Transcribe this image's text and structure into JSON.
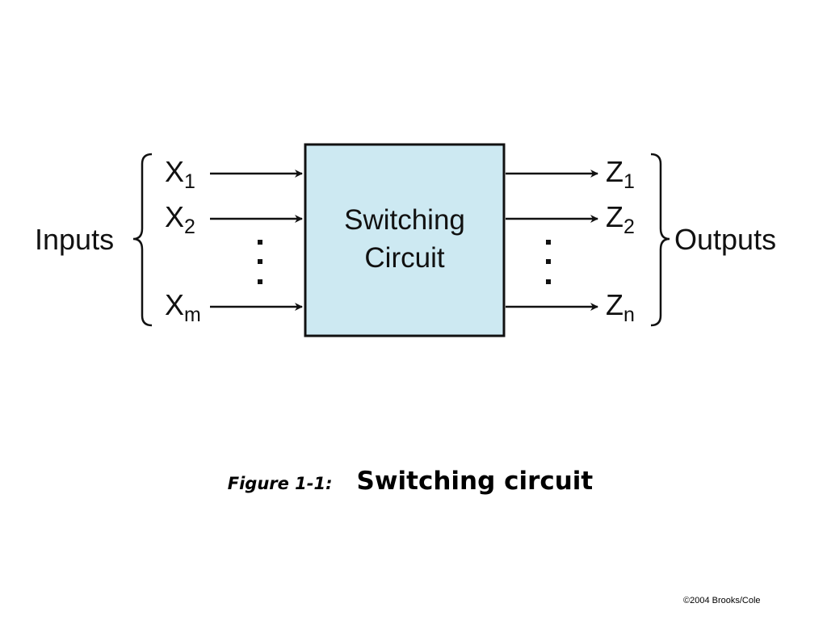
{
  "diagram": {
    "box": {
      "line1": "Switching",
      "line2": "Circuit",
      "fill_color": "#cde9f2",
      "border_color": "#111111"
    },
    "inputs": {
      "group_label": "Inputs",
      "items": [
        {
          "base": "X",
          "sub": "1"
        },
        {
          "base": "X",
          "sub": "2"
        },
        {
          "base": "X",
          "sub": "m"
        }
      ],
      "ellipsis": "⋮"
    },
    "outputs": {
      "group_label": "Outputs",
      "items": [
        {
          "base": "Z",
          "sub": "1"
        },
        {
          "base": "Z",
          "sub": "2"
        },
        {
          "base": "Z",
          "sub": "n"
        }
      ],
      "ellipsis": "⋮"
    }
  },
  "caption": {
    "figure_label": "Figure 1-1:",
    "title": "Switching circuit"
  },
  "copyright": "©2004 Brooks/Cole"
}
